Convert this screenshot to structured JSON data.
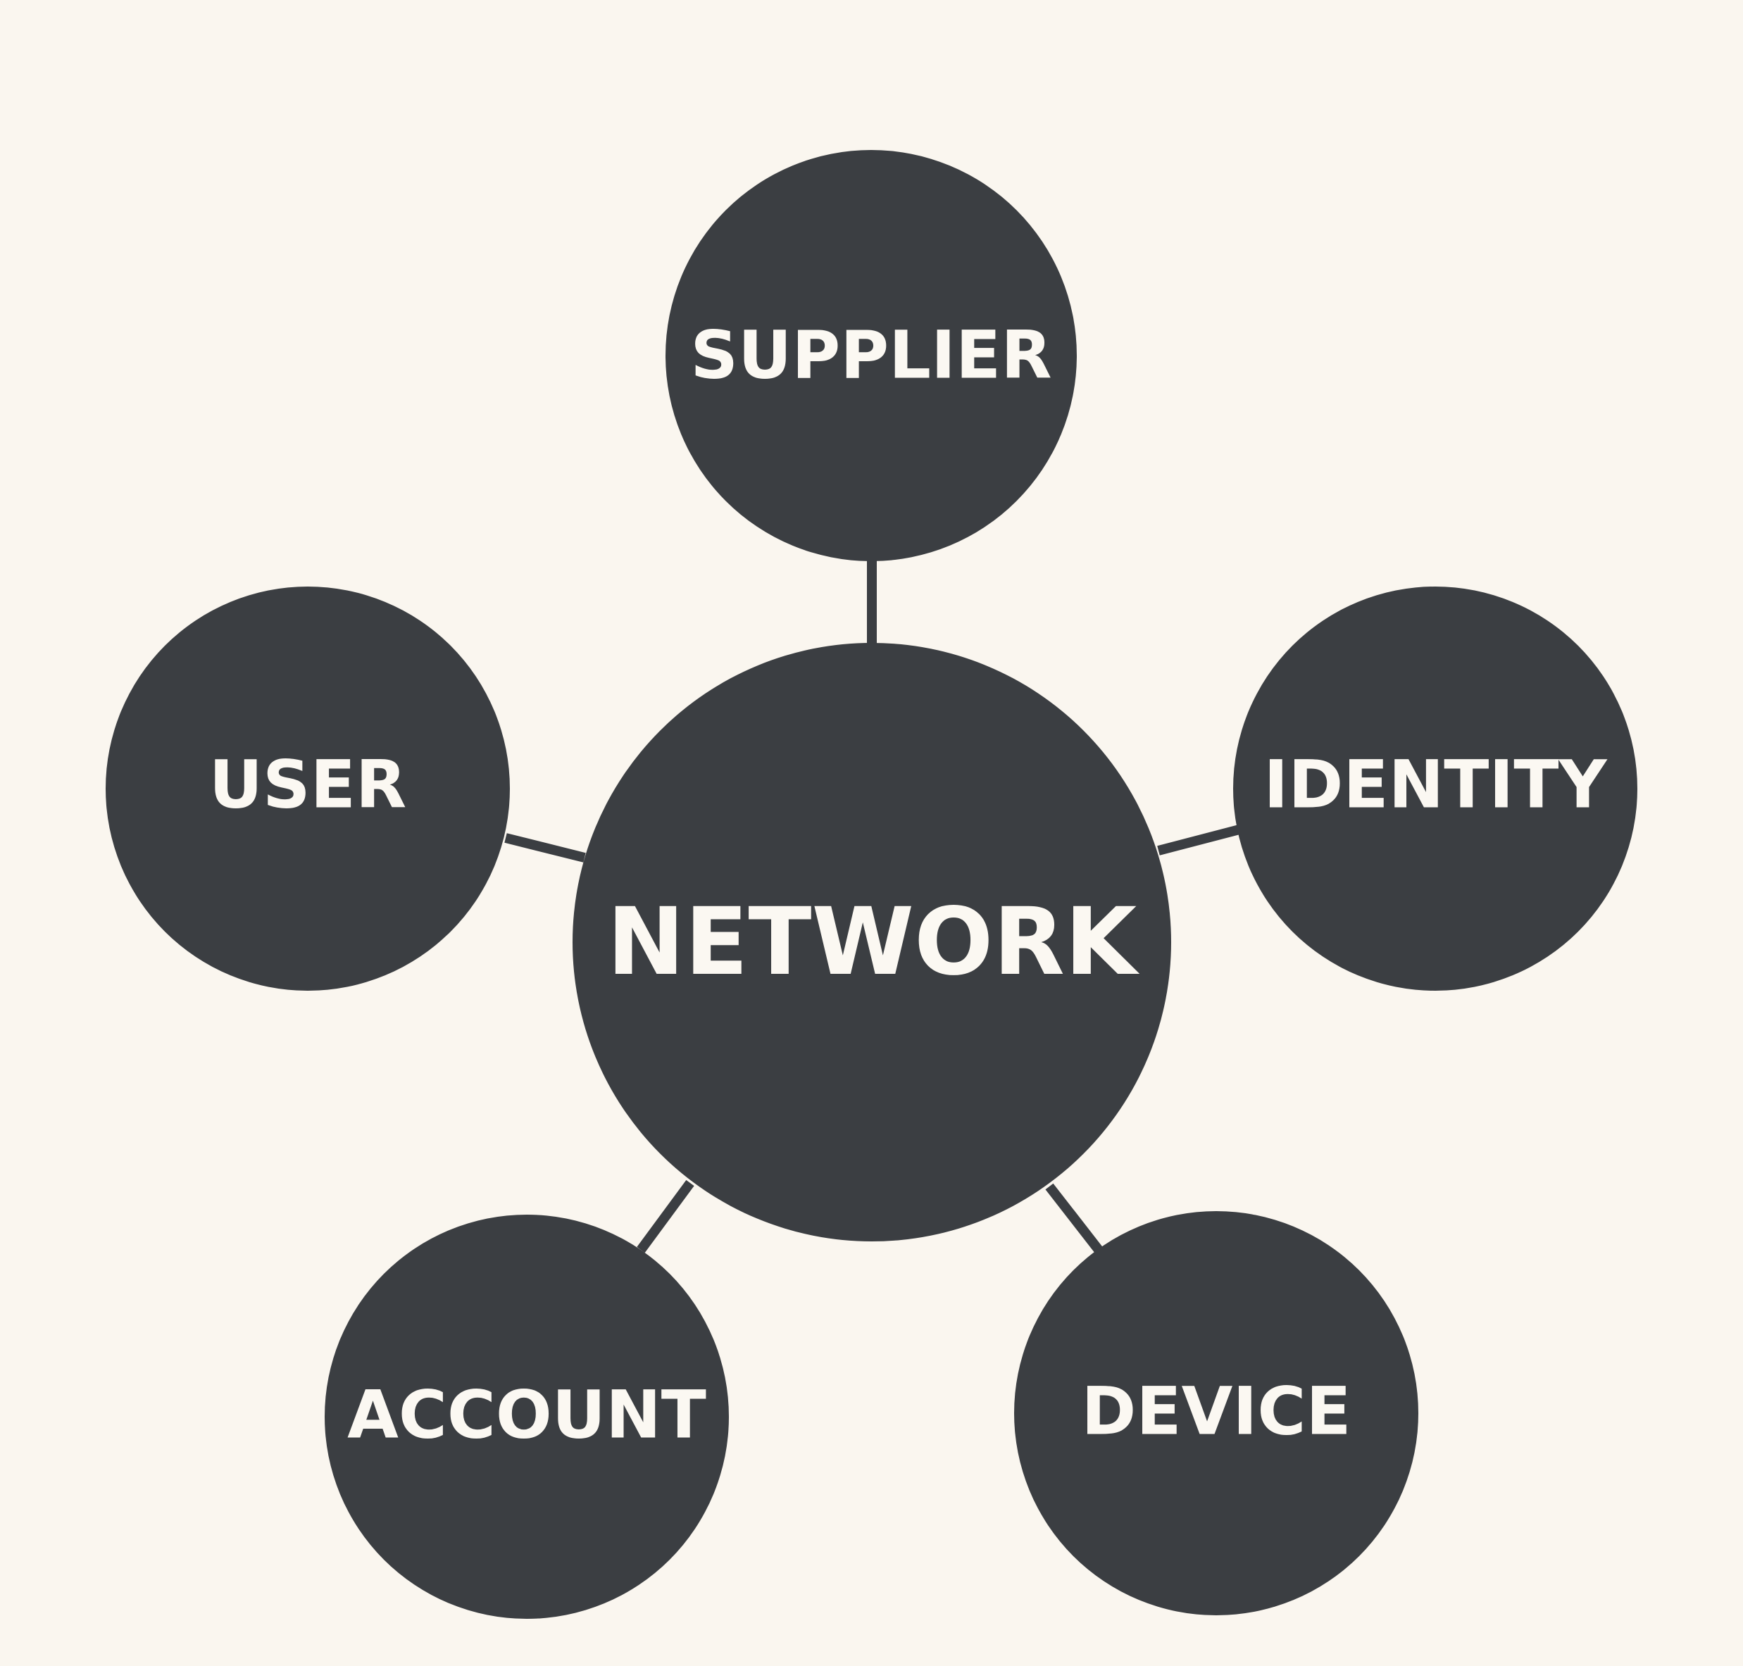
{
  "diagram": {
    "center": {
      "label": "NETWORK"
    },
    "satellites": [
      {
        "id": "supplier",
        "label": "SUPPLIER"
      },
      {
        "id": "identity",
        "label": "IDENTITY"
      },
      {
        "id": "device",
        "label": "DEVICE"
      },
      {
        "id": "account",
        "label": "ACCOUNT"
      },
      {
        "id": "user",
        "label": "USER"
      }
    ],
    "colors": {
      "background": "#faf6ef",
      "node": "#3b3e42",
      "text": "#fbf8f2"
    }
  }
}
